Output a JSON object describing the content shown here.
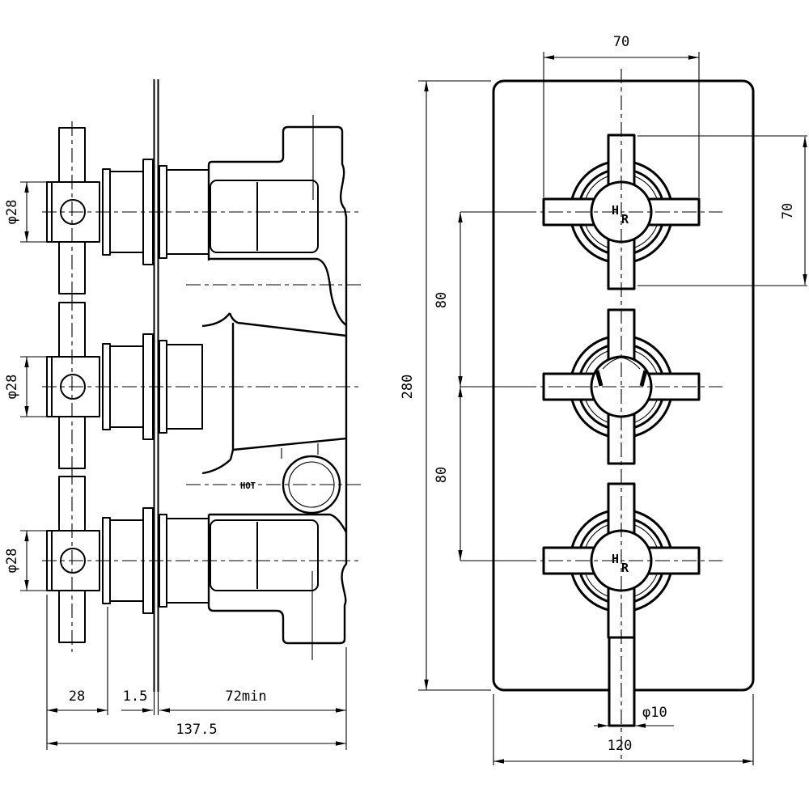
{
  "meta": {
    "drawing_type": "valve technical drawing",
    "background": "#ffffff",
    "line_color": "#000000"
  },
  "left_view": {
    "dims": {
      "phi28": "φ28",
      "d28": "28",
      "d1_5": "1.5",
      "d72min": "72min",
      "d137_5": "137.5"
    },
    "port_mark": "HOT"
  },
  "right_view": {
    "dims": {
      "top70": "70",
      "right70": "70",
      "upper80": "80",
      "lower80": "80",
      "height280": "280",
      "phi10": "φ10",
      "width120": "120"
    },
    "handle_letters": {
      "h": "H",
      "r": "R"
    }
  }
}
